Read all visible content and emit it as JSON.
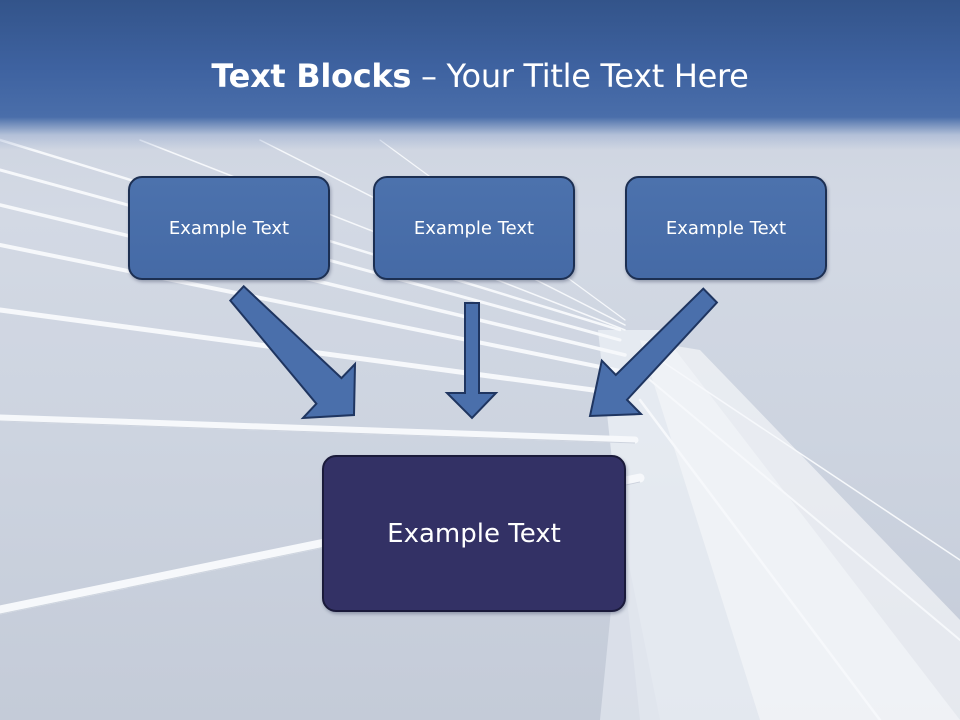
{
  "slide": {
    "title_bold": "Text Blocks",
    "title_rest": " – Your Title Text Here",
    "top_boxes": [
      {
        "label": "Example Text"
      },
      {
        "label": "Example Text"
      },
      {
        "label": "Example Text"
      }
    ],
    "bottom_box": {
      "label": "Example Text"
    }
  },
  "colors": {
    "header": "#3e62a0",
    "top_box_fill": "#4a6fab",
    "bottom_box_fill": "#333165",
    "arrow_fill": "#4a6fab",
    "arrow_stroke": "#1f3560"
  }
}
